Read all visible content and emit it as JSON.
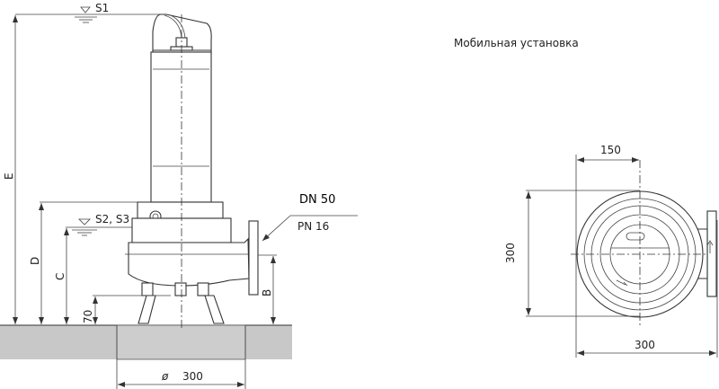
{
  "title": "Мобильная установка",
  "side_view": {
    "level_s1": "S1",
    "level_s2_s3": "S2, S3",
    "dim_e": "E",
    "dim_d": "D",
    "dim_c": "C",
    "dim_b": "B",
    "dim_70": "70",
    "base_diameter_symbol": "ø",
    "base_diameter": "300",
    "outlet_dn": "DN 50",
    "outlet_pn": "PN 16"
  },
  "top_view": {
    "dim_half_width": "150",
    "dim_height": "300",
    "dim_width": "300"
  },
  "colors": {
    "ground": "#c8c8c8",
    "line": "#333333"
  }
}
